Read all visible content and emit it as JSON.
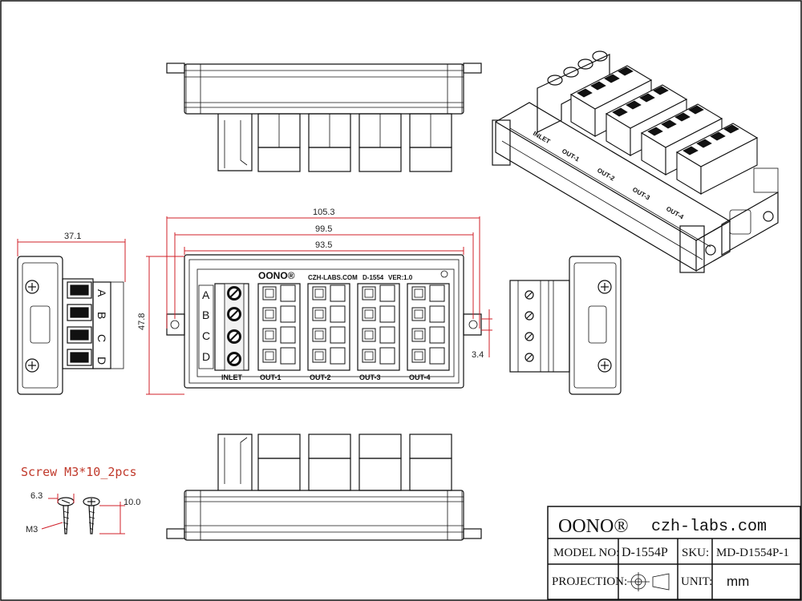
{
  "front": {
    "logo": "OONO®",
    "site": "CZH-LABS.COM",
    "model": "D-1554",
    "version": "VER:1.0",
    "rows": [
      "A",
      "B",
      "C",
      "D"
    ],
    "inlet": "INLET",
    "outputs": [
      "OUT-1",
      "OUT-2",
      "OUT-3",
      "OUT-4"
    ]
  },
  "side_letters": [
    "A",
    "B",
    "C",
    "D"
  ],
  "iso_labels": [
    "INLET",
    "OUT-1",
    "OUT-2",
    "OUT-3",
    "OUT-4"
  ],
  "dimensions": {
    "width_outer": "105.3",
    "width_mid": "99.5",
    "width_inner": "93.5",
    "height": "47.8",
    "side_depth": "37.1",
    "slot": "3.4",
    "screw_head": "6.3",
    "screw_len": "10.0",
    "screw_thread": "M3"
  },
  "screw_note": "Screw M3*10_2pcs",
  "title_block": {
    "brand": "OONO®",
    "site": "czh-labs.com",
    "model_label": "MODEL NO:",
    "model_value": "D-1554P",
    "sku_label": "SKU:",
    "sku_value": "MD-D1554P-1",
    "projection_label": "PROJECTION:",
    "unit_label": "UNIT:",
    "unit_value": "mm"
  }
}
